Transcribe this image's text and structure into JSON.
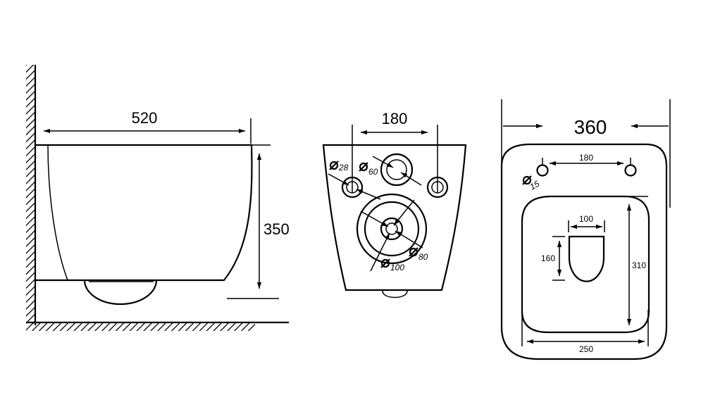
{
  "side_view": {
    "width_label": "520",
    "height_label": "350"
  },
  "back_view": {
    "spacing_label": "180",
    "d28_label": "28",
    "d60_label": "60",
    "d80_label": "80",
    "d100_label": "100"
  },
  "top_view": {
    "width_label": "360",
    "hole_spacing_label": "180",
    "hole_diameter_label": "15",
    "opening_width_label": "100",
    "opening_height_label": "160",
    "bowl_length_label": "310",
    "bowl_width_label": "250"
  }
}
